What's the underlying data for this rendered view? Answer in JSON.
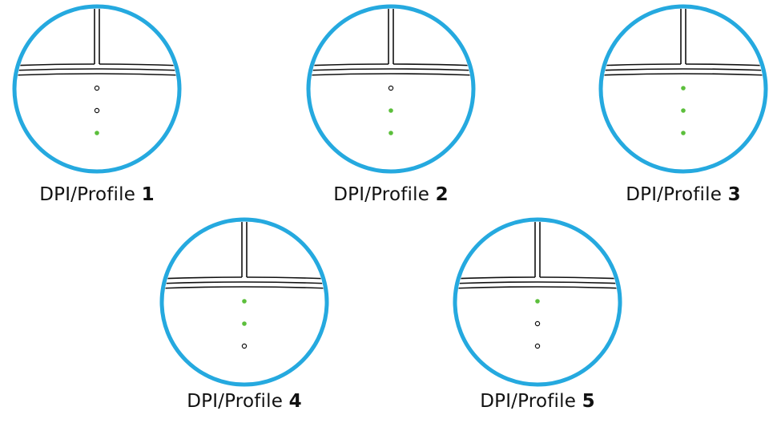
{
  "colors": {
    "ring": "#25a9df",
    "led_on": "#5cbf3c",
    "outline": "#111111",
    "background": "#ffffff"
  },
  "profiles": [
    {
      "caption_prefix": "DPI/Profile ",
      "number": "1",
      "leds": [
        "off",
        "off",
        "on"
      ]
    },
    {
      "caption_prefix": "DPI/Profile ",
      "number": "2",
      "leds": [
        "off",
        "on",
        "on"
      ]
    },
    {
      "caption_prefix": "DPI/Profile ",
      "number": "3",
      "leds": [
        "on",
        "on",
        "on"
      ]
    },
    {
      "caption_prefix": "DPI/Profile ",
      "number": "4",
      "leds": [
        "on",
        "on",
        "off"
      ]
    },
    {
      "caption_prefix": "DPI/Profile ",
      "number": "5",
      "leds": [
        "on",
        "off",
        "off"
      ]
    }
  ]
}
